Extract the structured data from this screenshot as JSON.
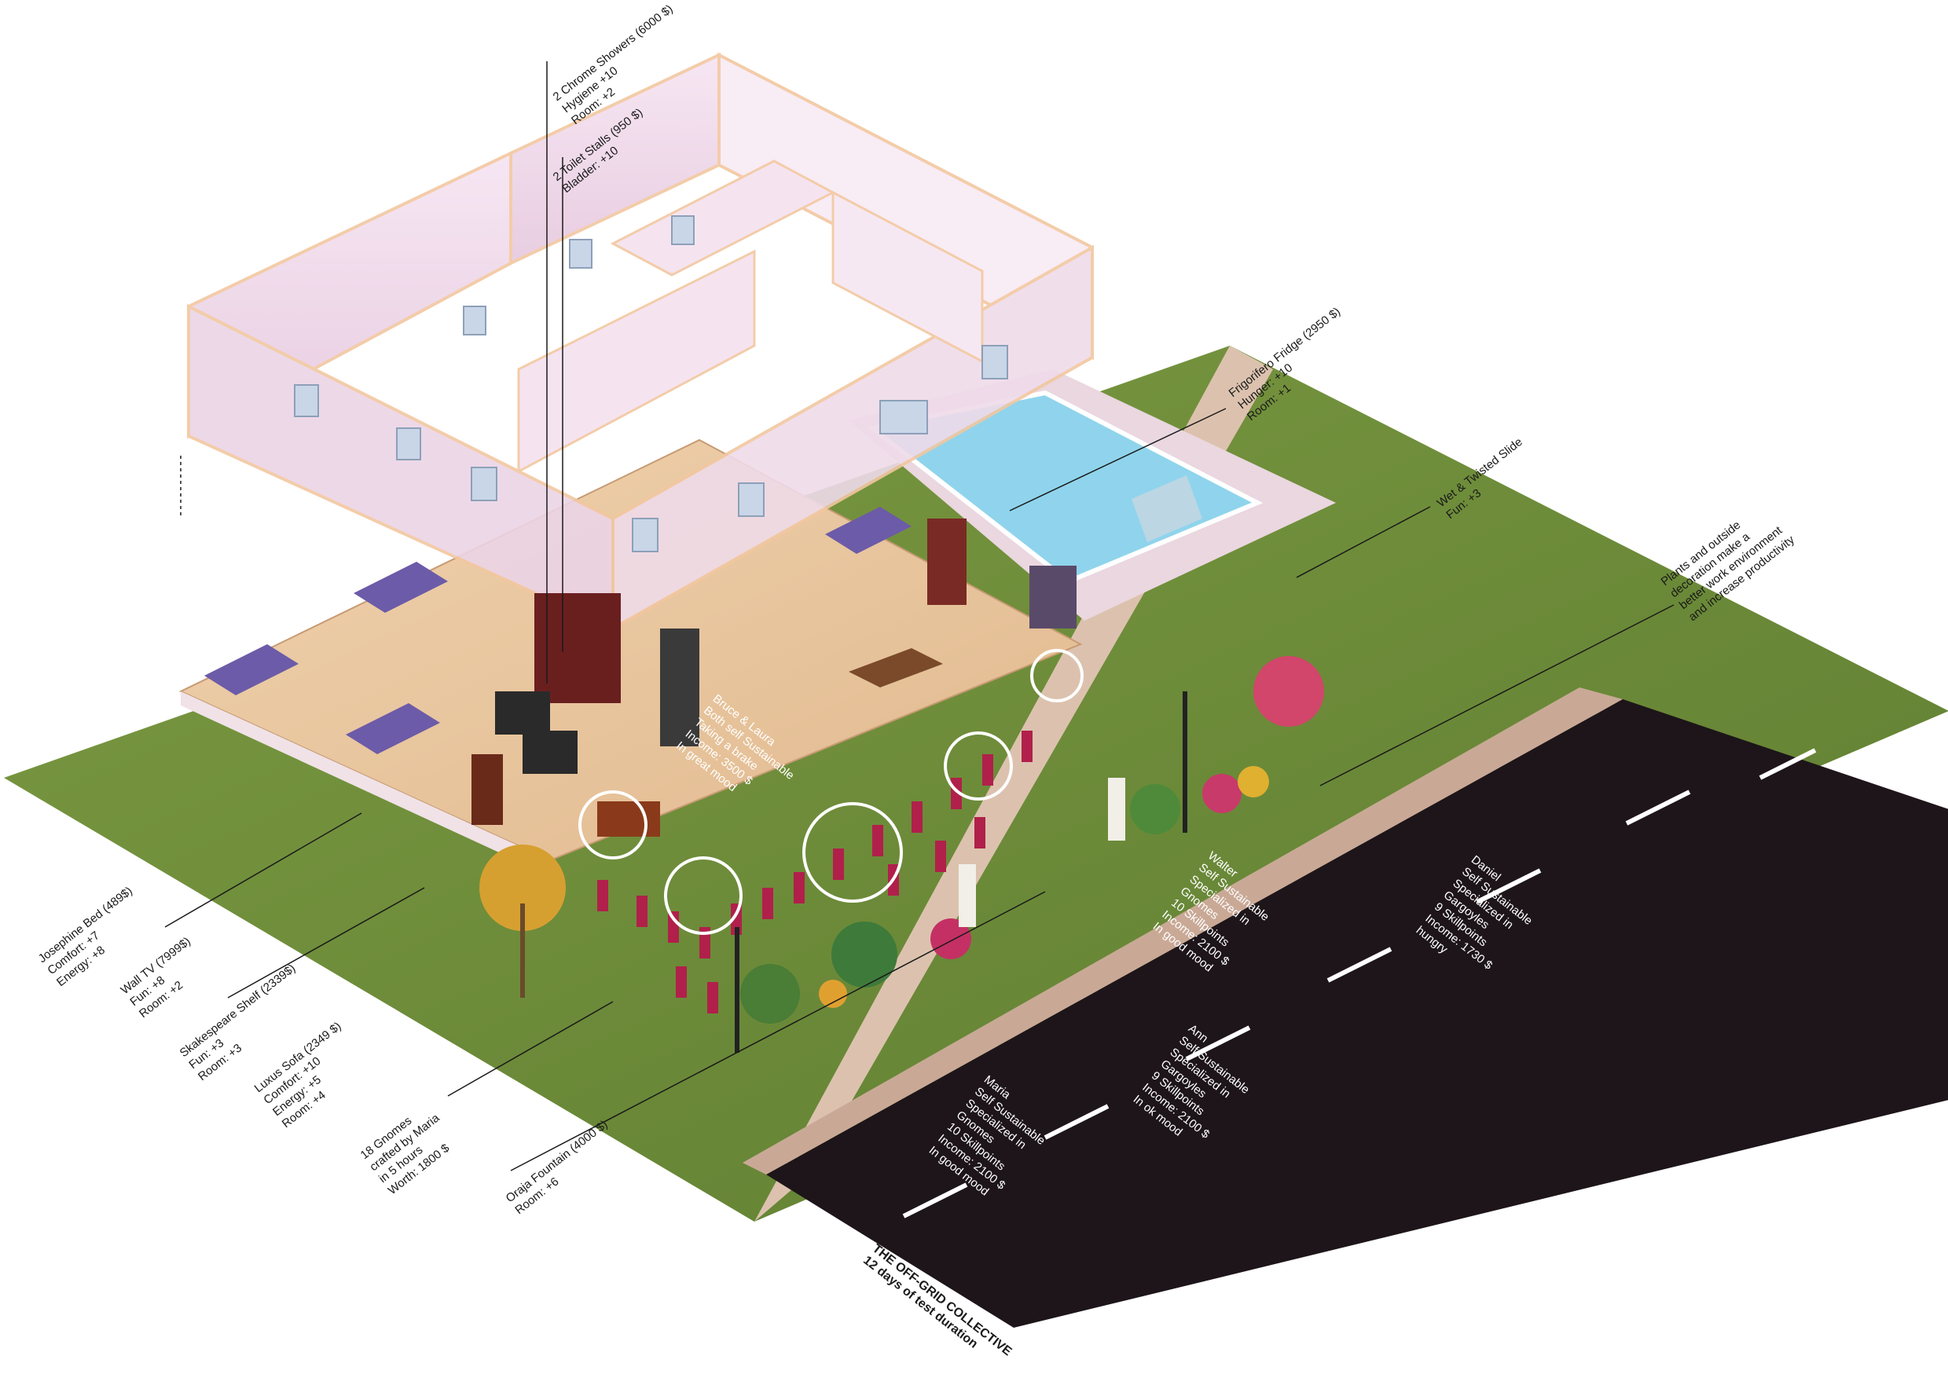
{
  "colors": {
    "grass": "#6f8f3a",
    "road": "#1b1418",
    "sidewalk": "#dcc3b0",
    "floor": "#e9c8a0",
    "wall": "#f2dcec",
    "pool": "#8fd4ec",
    "gnome_red": "#b0204a",
    "lane": "#ffffff"
  },
  "annotations": [
    {
      "id": "showers",
      "lines": [
        "2 Chrome Showers (6000 $)",
        "Hygiene +10",
        "Room: +2"
      ]
    },
    {
      "id": "toilets",
      "lines": [
        "2 Toilet Stalls (950 $)",
        "Bladder: +10"
      ]
    },
    {
      "id": "fridge",
      "lines": [
        "Frigorifero Fridge (2950 $)",
        "Hunger: +10",
        "Room: +1"
      ]
    },
    {
      "id": "slide",
      "lines": [
        "Wet & Twisted Slide",
        "Fun: +3"
      ]
    },
    {
      "id": "plants",
      "lines": [
        "Plants and outside",
        "decoration make a",
        "better work environment",
        "and increase productivity"
      ]
    },
    {
      "id": "bed",
      "lines": [
        "Josephine Bed (489$)",
        "Comfort: +7",
        "Energy: +8"
      ]
    },
    {
      "id": "tv",
      "lines": [
        "Wall TV (7999$)",
        "Fun: +8",
        "Room: +2"
      ]
    },
    {
      "id": "shelf",
      "lines": [
        "Skakespeare Shelf (2339$)",
        "Fun: +3",
        "Room: +3"
      ]
    },
    {
      "id": "sofa",
      "lines": [
        "Luxus Sofa (2349 $)",
        "Comfort: +10",
        "Energy: +5",
        "Room: +4"
      ]
    },
    {
      "id": "gnomes",
      "lines": [
        "18 Gnomes",
        "crafted by Maria",
        "in 5 hours",
        "Worth: 1800 $"
      ]
    },
    {
      "id": "fountain",
      "lines": [
        "Oraja Fountain (4000 $)",
        "Room: +6"
      ]
    }
  ],
  "residents": [
    {
      "id": "bruce",
      "lines": [
        "Bruce & Laura",
        "Both self Sustainable",
        "Taking a brake",
        "Income: 3500 $",
        "In great mood"
      ]
    },
    {
      "id": "walter",
      "lines": [
        "Walter",
        "Self Sustainable",
        "Specialized in",
        "Gnomes",
        "10 Skillpoints",
        "Income: 2100 $",
        "In good mood"
      ]
    },
    {
      "id": "daniel",
      "lines": [
        "Daniel",
        "Self Sustainable",
        "Specialized in",
        "Gargoyles",
        "9 Skillpoints",
        "Income: 1730 $",
        "hungry"
      ]
    },
    {
      "id": "ann",
      "lines": [
        "Ann",
        "Self Sustainable",
        "Specialized in",
        "Gargoyles",
        "9 Skillpoints",
        "Income: 2100 $",
        "In ok mood"
      ]
    },
    {
      "id": "maria",
      "lines": [
        "Maria",
        "Self Sustainable",
        "Specialized in",
        "Gnomes",
        "10 Skillpoints",
        "Income: 2100 $",
        "In good mood"
      ]
    }
  ],
  "title": {
    "line1": "THE OFF-GRID COLLECTIVE",
    "line2": "12 days of test duration"
  }
}
